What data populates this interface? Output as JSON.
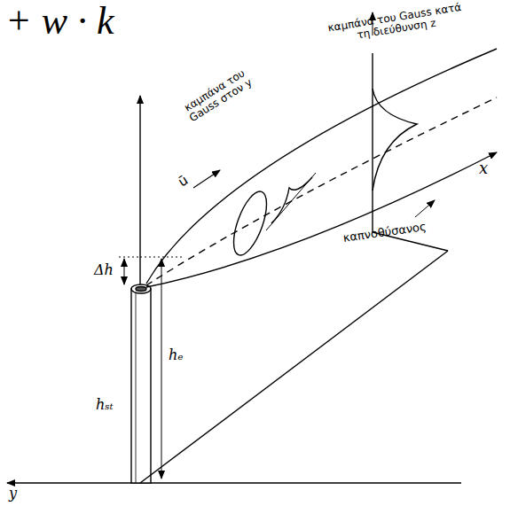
{
  "diagram": {
    "labels": [
      "+ w · k",
      "καμπάνα του Gauss κατά τη διεύθυνση z",
      "καμπάνα του Gauss στον y",
      "ū",
      "x",
      "καπνοθύσανος",
      "Δh",
      "hₑ",
      "hₛₜ",
      "y"
    ]
  }
}
